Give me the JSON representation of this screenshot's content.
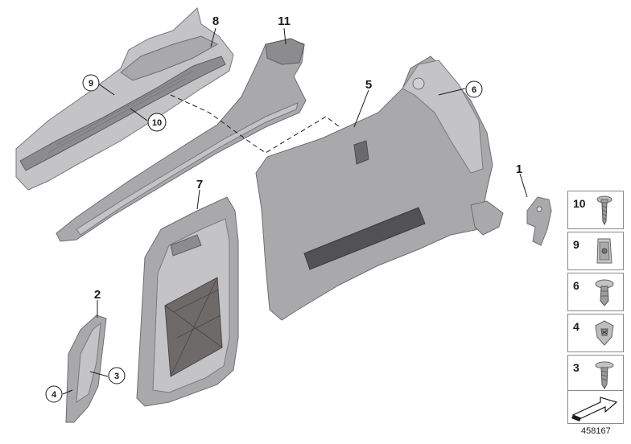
{
  "callouts": {
    "p1": "1",
    "p2": "2",
    "p3": "3",
    "p4": "4",
    "p5": "5",
    "p6": "6",
    "p7": "7",
    "p8": "8",
    "p9": "9",
    "p10": "10",
    "p11": "11"
  },
  "legend": [
    {
      "label": "10",
      "icon": "screw-icon"
    },
    {
      "label": "9",
      "icon": "clip-nut-icon"
    },
    {
      "label": "6",
      "icon": "push-rivet-icon"
    },
    {
      "label": "4",
      "icon": "spring-nut-icon"
    },
    {
      "label": "3",
      "icon": "tapping-screw-icon"
    }
  ],
  "legend_arrow_icon": "orientation-arrow-icon",
  "diagram_id": "458167",
  "colors": {
    "part": "#a9a9ab",
    "outline": "#6e6e70",
    "net": "#6f6a6a"
  }
}
